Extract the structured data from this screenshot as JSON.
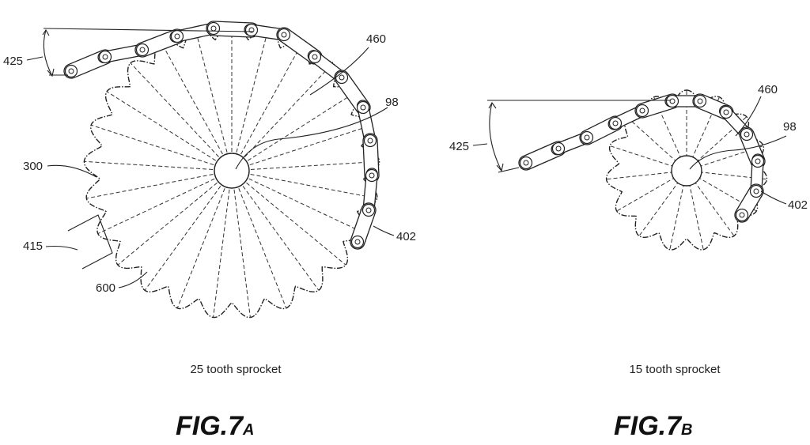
{
  "figures": [
    {
      "id": "7a",
      "caption": "25 tooth sprocket",
      "fig_label": "FIG.7",
      "fig_suffix": "A",
      "tooth_count": 25,
      "labels": {
        "l425": "425",
        "l460": "460",
        "l98": "98",
        "l300": "300",
        "l415": "415",
        "l402": "402",
        "l600": "600"
      }
    },
    {
      "id": "7b",
      "caption": "15 tooth sprocket",
      "fig_label": "FIG.7",
      "fig_suffix": "B",
      "tooth_count": 15,
      "labels": {
        "l425": "425",
        "l460": "460",
        "l98": "98",
        "l402": "402"
      }
    }
  ]
}
